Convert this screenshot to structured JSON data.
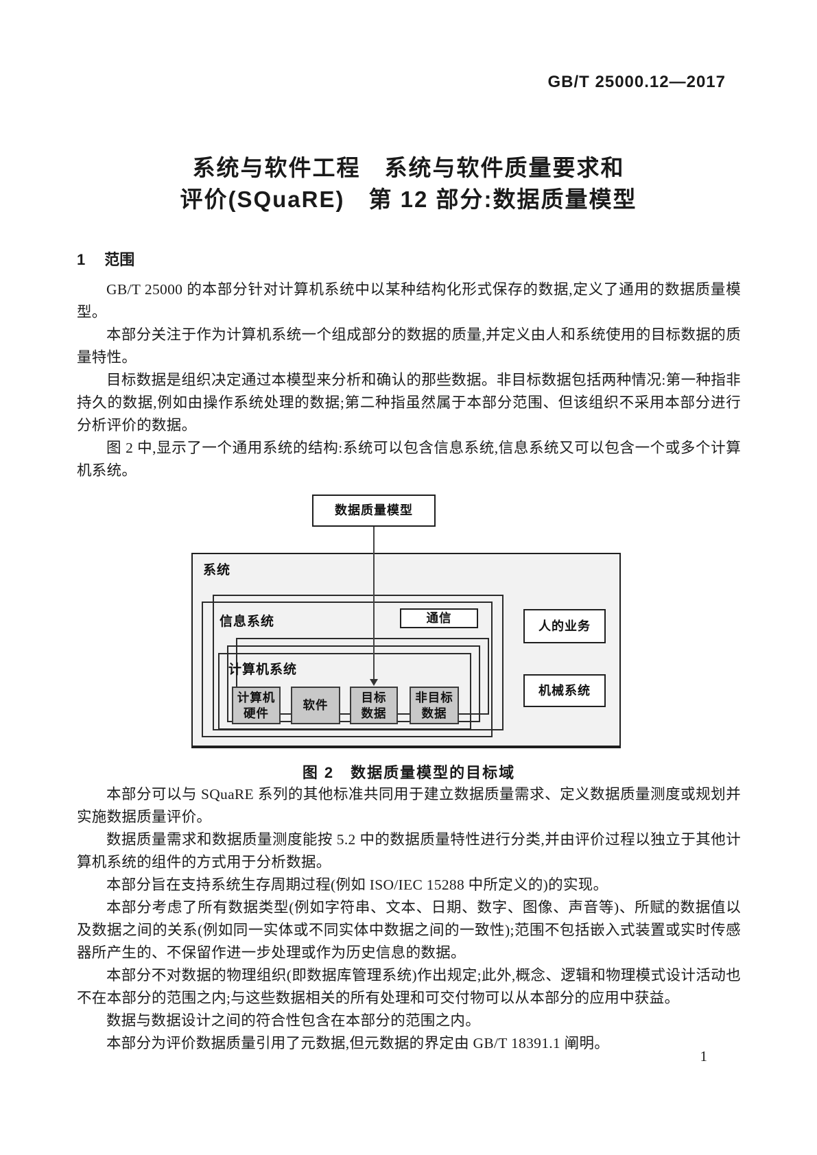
{
  "header": {
    "standard_number": "GB/T 25000.12—2017"
  },
  "title": {
    "line1": "系统与软件工程　系统与软件质量要求和",
    "line2": "评价(SQuaRE)　第 12 部分:数据质量模型"
  },
  "section": {
    "number": "1",
    "title": "范围"
  },
  "content": {
    "paragraphs_top": [
      "GB/T 25000 的本部分针对计算机系统中以某种结构化形式保存的数据,定义了通用的数据质量模型。",
      "本部分关注于作为计算机系统一个组成部分的数据的质量,并定义由人和系统使用的目标数据的质量特性。",
      "目标数据是组织决定通过本模型来分析和确认的那些数据。非目标数据包括两种情况:第一种指非持久的数据,例如由操作系统处理的数据;第二种指虽然属于本部分范围、但该组织不采用本部分进行分析评价的数据。",
      "图 2 中,显示了一个通用系统的结构:系统可以包含信息系统,信息系统又可以包含一个或多个计算机系统。"
    ],
    "paragraphs_bottom": [
      "本部分可以与 SQuaRE 系列的其他标准共同用于建立数据质量需求、定义数据质量测度或规划并实施数据质量评价。",
      "数据质量需求和数据质量测度能按 5.2 中的数据质量特性进行分类,并由评价过程以独立于其他计算机系统的组件的方式用于分析数据。",
      "本部分旨在支持系统生存周期过程(例如 ISO/IEC 15288 中所定义的)的实现。",
      "本部分考虑了所有数据类型(例如字符串、文本、日期、数字、图像、声音等)、所赋的数据值以及数据之间的关系(例如同一实体或不同实体中数据之间的一致性);范围不包括嵌入式装置或实时传感器所产生的、不保留作进一步处理或作为历史信息的数据。",
      "本部分不对数据的物理组织(即数据库管理系统)作出规定;此外,概念、逻辑和物理模式设计活动也不在本部分的范围之内;与这些数据相关的所有处理和可交付物可以从本部分的应用中获益。",
      "数据与数据设计之间的符合性包含在本部分的范围之内。",
      "本部分为评价数据质量引用了元数据,但元数据的界定由 GB/T 18391.1 阐明。"
    ]
  },
  "figure": {
    "caption": "图 2　数据质量模型的目标域",
    "diagram": {
      "data_quality_model": "数据质量模型",
      "system": "系统",
      "information_system": "信息系统",
      "communication": "通信",
      "human_business": "人的业务",
      "mechanical_system": "机械系统",
      "computer_system": "计算机系统",
      "computer_hardware_lines": [
        "计算机",
        "硬件"
      ],
      "software_lines": [
        "软件"
      ],
      "target_data_lines": [
        "目标",
        "数据"
      ],
      "non_target_data_lines": [
        "非目标",
        "数据"
      ]
    }
  },
  "footer": {
    "page_number": "1"
  },
  "colors": {
    "page_background": "#ffffff",
    "system_box_fill": "#f2f2f2",
    "component_box_fill": "#c8c8c8",
    "border": "#1f1f1f",
    "text": "#1c1c1c"
  }
}
